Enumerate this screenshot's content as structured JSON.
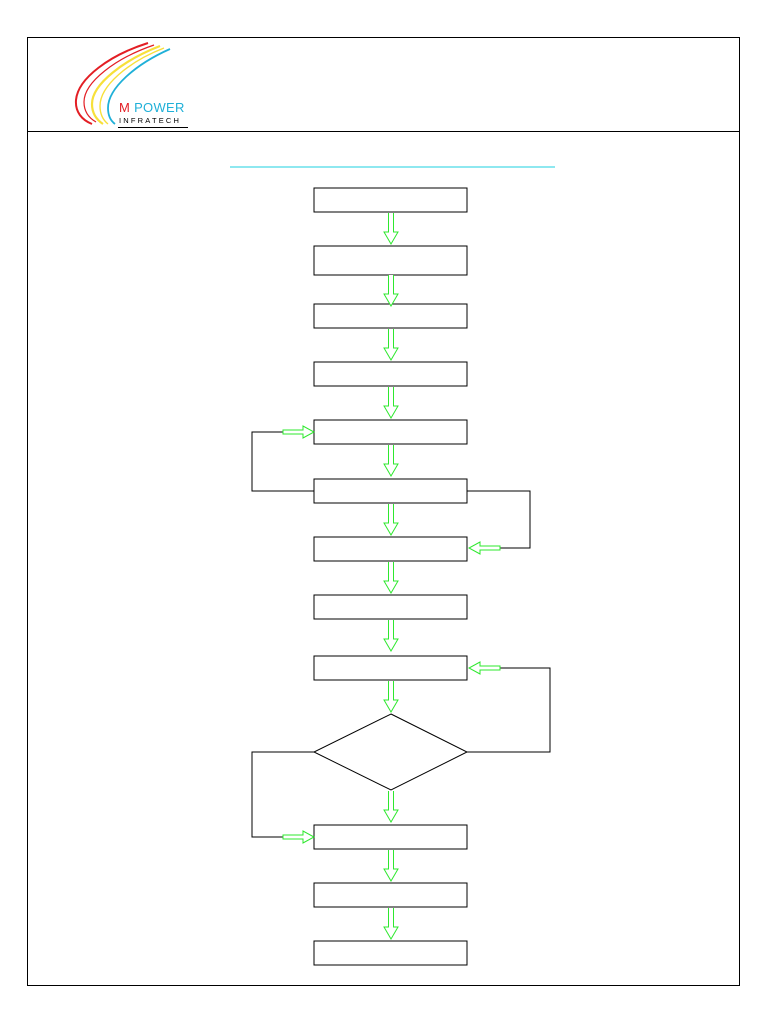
{
  "brand": {
    "initial": "M",
    "name": "POWER",
    "tagline": "INFRATECH"
  },
  "colors": {
    "arrow": "#2ee82e",
    "title_rule": "#8ee8f0",
    "brand_red": "#e31e24",
    "brand_blue": "#1fb0d8",
    "swoosh_red": "#e31e24",
    "swoosh_yellow": "#f7e03a",
    "swoosh_blue": "#1fb0d8"
  },
  "flowchart": {
    "steps": 12,
    "decisions": 1
  }
}
